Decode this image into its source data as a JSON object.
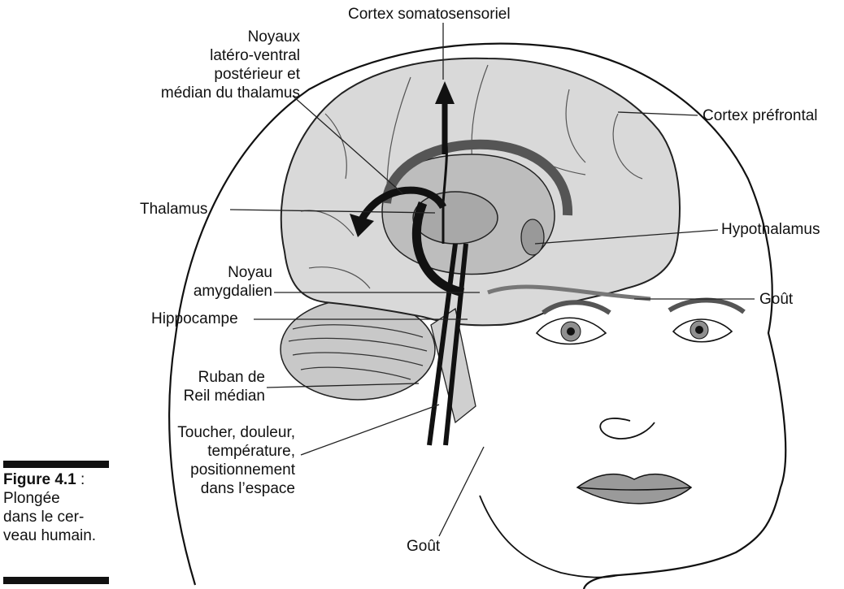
{
  "labels": {
    "cortex_somatosensoriel": "Cortex somatosensoriel",
    "noyaux_line1": "Noyaux",
    "noyaux_line2": "latéro-ventral",
    "noyaux_line3": "postérieur et",
    "noyaux_line4": "médian du thalamus",
    "cortex_prefrontal": "Cortex préfrontal",
    "thalamus": "Thalamus",
    "hypothalamus": "Hypothalamus",
    "noyau_line1": "Noyau",
    "noyau_line2": "amygdalien",
    "gout_right": "Goût",
    "hippocampe": "Hippocampe",
    "ruban_line1": "Ruban de",
    "ruban_line2": "Reil médian",
    "toucher_line1": "Toucher, douleur,",
    "toucher_line2": "température,",
    "toucher_line3": "positionnement",
    "toucher_line4": "dans l’espace",
    "gout_bottom": "Goût"
  },
  "caption": {
    "figure_number": "Figure 4.1",
    "separator": " :",
    "line1": "Plongée",
    "line2": "dans le cer-",
    "line3": "veau humain."
  }
}
